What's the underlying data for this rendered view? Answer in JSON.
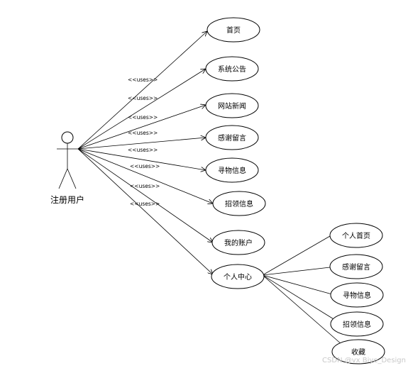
{
  "actor": {
    "label": "注册用户"
  },
  "stereotype": "<<uses>>",
  "use_cases": [
    {
      "id": "home",
      "label": "首页"
    },
    {
      "id": "announcement",
      "label": "系统公告"
    },
    {
      "id": "news",
      "label": "网站新闻"
    },
    {
      "id": "thanks",
      "label": "感谢留言"
    },
    {
      "id": "search-info",
      "label": "寻物信息"
    },
    {
      "id": "claim-info",
      "label": "招领信息"
    },
    {
      "id": "account",
      "label": "我的账户"
    },
    {
      "id": "center",
      "label": "个人中心"
    }
  ],
  "sub_use_cases": [
    {
      "id": "personal-home",
      "label": "个人首页"
    },
    {
      "id": "sub-thanks",
      "label": "感谢留言"
    },
    {
      "id": "sub-search-info",
      "label": "寻物信息"
    },
    {
      "id": "sub-claim-info",
      "label": "招领信息"
    },
    {
      "id": "favorites",
      "label": "收藏"
    }
  ],
  "watermark": "CSDN @vx Biye_Design"
}
